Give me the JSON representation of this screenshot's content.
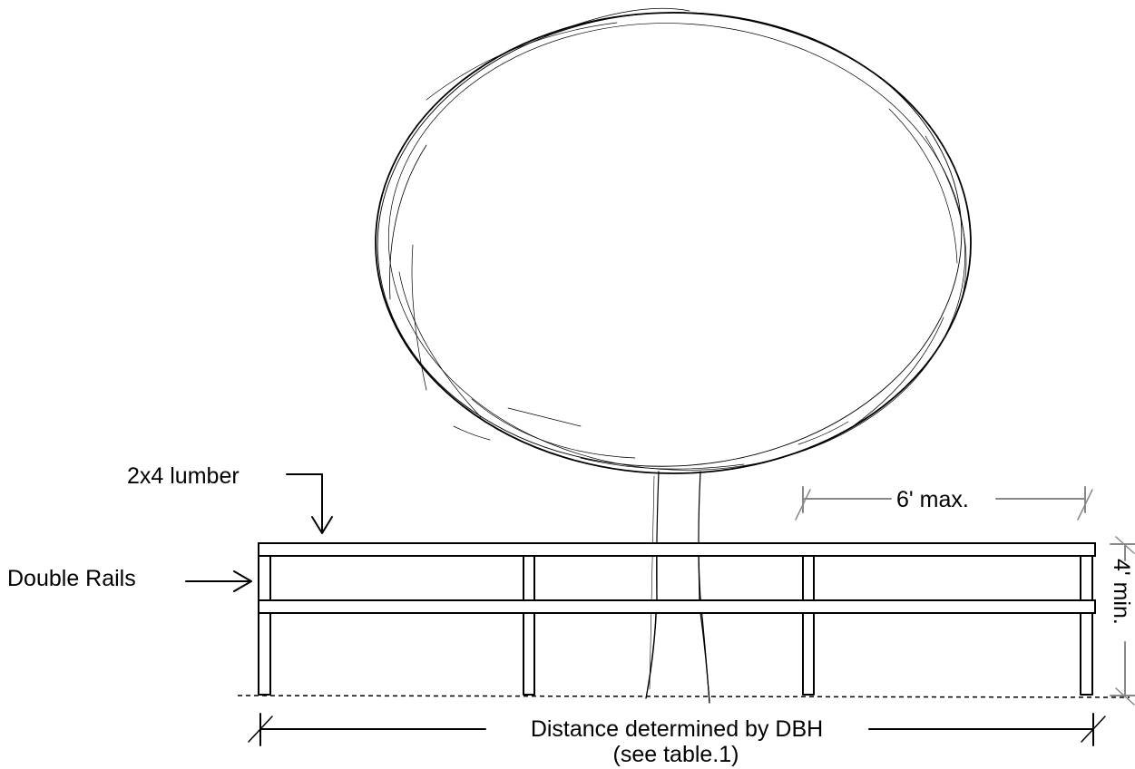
{
  "labels": {
    "lumber": "2x4 lumber",
    "rails": "Double Rails",
    "max_spacing": "6' max.",
    "min_height": "4' min.",
    "distance_line1": "Distance determined by DBH",
    "distance_line2": "(see table.1)"
  },
  "colors": {
    "ink": "#000000",
    "dimension_gray": "#888888",
    "background": "#ffffff"
  }
}
